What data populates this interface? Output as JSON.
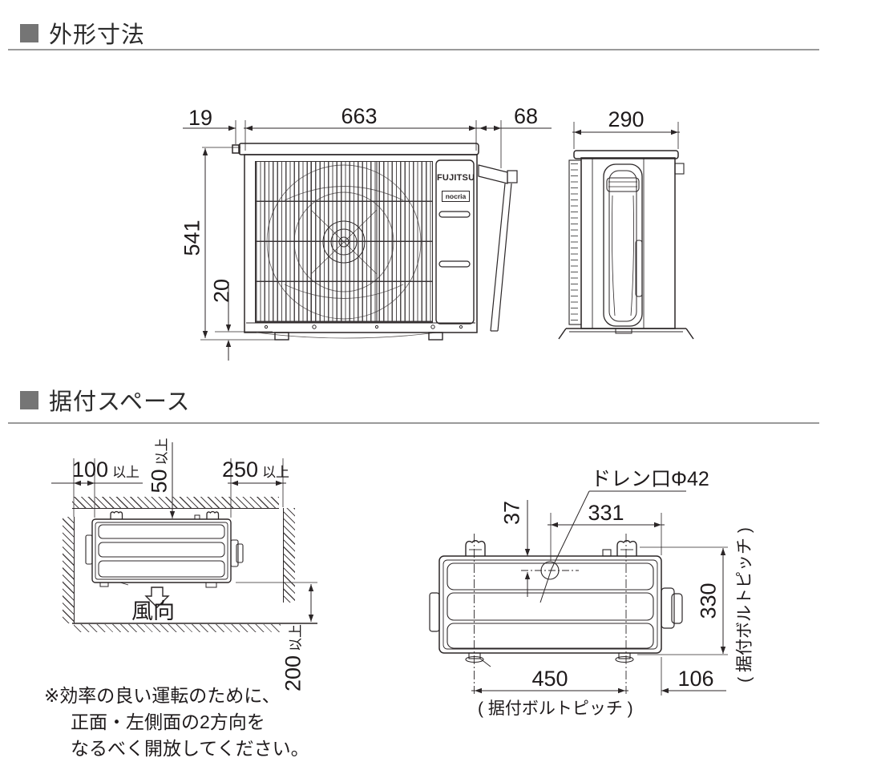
{
  "sections": {
    "dimensions": {
      "title": "外形寸法"
    },
    "installation": {
      "title": "据付スペース"
    }
  },
  "outline": {
    "front": {
      "d19": "19",
      "d663": "663",
      "d68": "68",
      "d541": "541",
      "d20": "20",
      "logo": "FUJITSU",
      "badge": "nocria"
    },
    "side": {
      "d290": "290"
    }
  },
  "install": {
    "clear": {
      "left": {
        "v": "100",
        "s": "以上"
      },
      "back": {
        "v": "50",
        "s": "以上"
      },
      "right": {
        "v": "250",
        "s": "以上"
      },
      "front": {
        "v": "200",
        "s": "以上"
      },
      "wind": "風向"
    },
    "bolt": {
      "drain": "ドレン口Φ42",
      "d37": "37",
      "d331": "331",
      "d330": "330",
      "d450": "450",
      "d106": "106",
      "cap_b": "( 据付ボルトピッチ )",
      "cap_r": "( 据付ボルトピッチ )"
    },
    "note": [
      "※効率の良い運転のために、",
      "正面・左側面の2方向を",
      "なるべく開放してください。"
    ]
  },
  "colors": {
    "line": "#2b2627",
    "header_square": "#757575",
    "rule": "#9a9a9a"
  }
}
